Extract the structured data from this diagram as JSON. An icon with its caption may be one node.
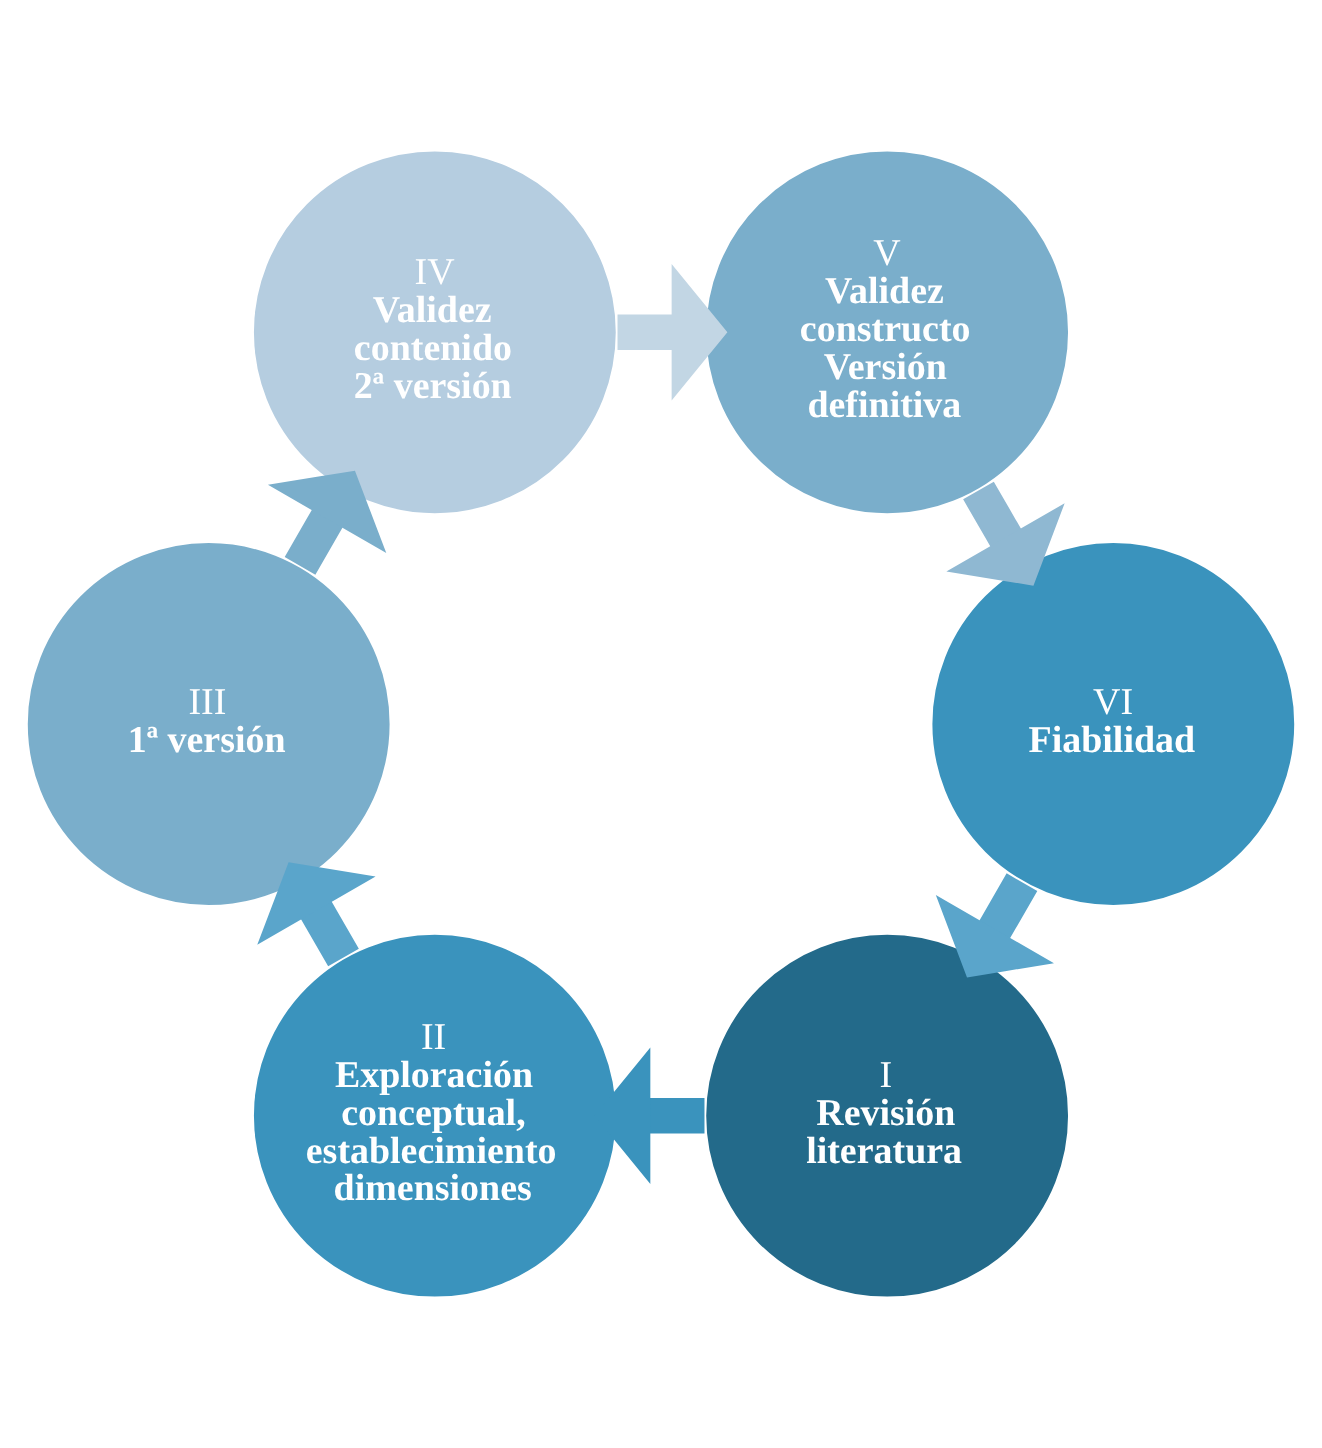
{
  "diagram": {
    "nodes": [
      {
        "text": [
          "I",
          "Revisión literatura"
        ]
      },
      {
        "text": [
          "II",
          "Exploración conceptual, establecimiento dimensiones"
        ]
      },
      {
        "text": [
          "III",
          "1ª versión"
        ]
      },
      {
        "text": [
          "IV",
          "Validez contenido",
          "2ª versión"
        ]
      },
      {
        "text": [
          "V",
          "Validez constructo",
          "Versión definitiva"
        ]
      },
      {
        "text": [
          "VI",
          "Fiabilidad"
        ]
      }
    ],
    "edges": [
      {
        "from": 0,
        "to": 1,
        "arrow": "to",
        "color": "#3a93bd"
      },
      {
        "from": 1,
        "to": 2,
        "arrow": "to",
        "color": "#5aa5cb"
      },
      {
        "from": 2,
        "to": 3,
        "arrow": "to",
        "color": "#7aaecb"
      },
      {
        "from": 3,
        "to": 4,
        "arrow": "to",
        "color": "#c2d6e4"
      },
      {
        "from": 4,
        "to": 5,
        "arrow": "to",
        "color": "#8fb8d2"
      },
      {
        "from": 5,
        "to": 0,
        "arrow": "to",
        "color": "#5aa5cb"
      }
    ]
  }
}
